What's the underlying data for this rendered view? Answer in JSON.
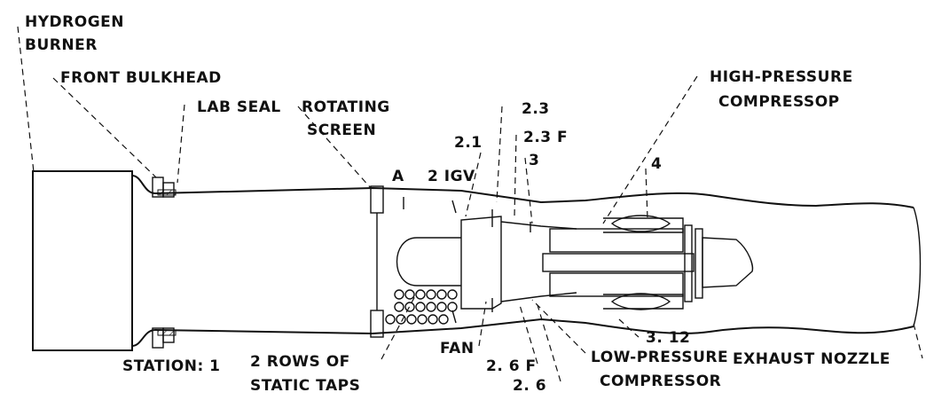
{
  "labels": {
    "hydrogen_burner_1": "HYDROGEN",
    "hydrogen_burner_2": "BURNER",
    "front_bulkhead": "FRONT BULKHEAD",
    "lab_seal": "LAB SEAL",
    "rotating_screen_1": "ROTATING",
    "rotating_screen_2": "SCREEN",
    "station_2_3": "2.3",
    "station_2_1": "2.1",
    "station_2_3f": "2.3 F",
    "station_3": "3",
    "station_4": "4",
    "station_a": "A",
    "igv": "2 IGV",
    "hpc_1": "HIGH-PRESSURE",
    "hpc_2": "COMPRESSOP",
    "station_1": "STATION:  1",
    "static_taps_1": "2 ROWS OF",
    "static_taps_2": "STATIC TAPS",
    "fan": "FAN",
    "station_3_12": "3. 12",
    "station_2_6f": "2. 6 F",
    "station_2_6": "2. 6",
    "lpc_1": "LOW-PRESSURE",
    "lpc_2": "COMPRESSOR",
    "exhaust_nozzle": "EXHAUST NOZZLE"
  }
}
